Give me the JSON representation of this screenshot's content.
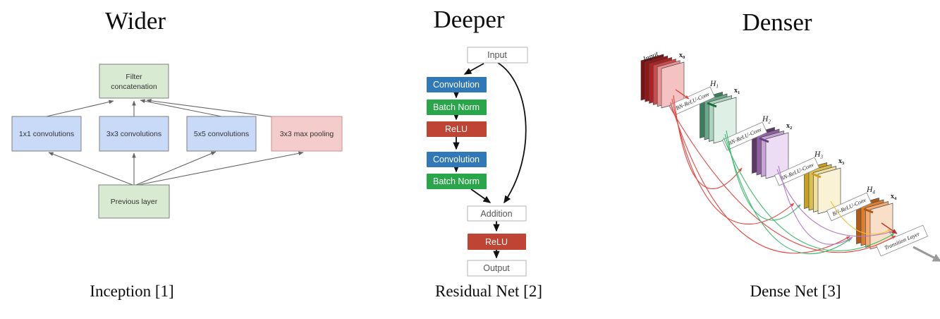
{
  "panels": {
    "inception": {
      "title": "Wider",
      "caption": "Inception [1]",
      "boxes": {
        "filter_line1": "Filter",
        "filter_line2": "concatenation",
        "conv1x1": "1x1 convolutions",
        "conv3x3": "3x3 convolutions",
        "conv5x5": "5x5 convolutions",
        "maxpool": "3x3 max pooling",
        "previous": "Previous layer"
      },
      "colors": {
        "green_fill": "#d9ead3",
        "blue_fill": "#c9daf8",
        "pink_fill": "#f4cccc",
        "pink_border": "#cc8e8e",
        "gray_border": "#7f7f7f",
        "arrow": "#666666"
      }
    },
    "residual": {
      "title": "Deeper",
      "caption": "Residual Net [2]",
      "boxes": {
        "input": "Input",
        "conv1": "Convolution",
        "bn1": "Batch Norm",
        "relu1": "ReLU",
        "conv2": "Convolution",
        "bn2": "Batch Norm",
        "addition": "Addition",
        "relu2": "ReLU",
        "output": "Output"
      },
      "colors": {
        "conv": "#3178b8",
        "batch_norm": "#2aa64a",
        "relu": "#bf4433",
        "io_fill": "#ffffff",
        "io_border": "#b5b5b5",
        "arrow": "#111111"
      }
    },
    "dense": {
      "title": "Denser",
      "caption": "Dense Net [3]",
      "labels": {
        "input": "Input",
        "bn_relu_conv": "BN-ReLU-Conv",
        "transition": "Transition Layer",
        "x": [
          {
            "base": "x",
            "sub": "0"
          },
          {
            "base": "x",
            "sub": "1"
          },
          {
            "base": "x",
            "sub": "2"
          },
          {
            "base": "x",
            "sub": "3"
          },
          {
            "base": "x",
            "sub": "4"
          }
        ],
        "h": [
          {
            "base": "H",
            "sub": "1"
          },
          {
            "base": "H",
            "sub": "2"
          },
          {
            "base": "H",
            "sub": "3"
          },
          {
            "base": "H",
            "sub": "4"
          }
        ]
      },
      "colors": {
        "red_sheets": [
          "#7a1212",
          "#921818",
          "#ad2222",
          "#cf4a4a",
          "#ea9494",
          "#f4c2c2"
        ],
        "green_sheets": [
          "#3b7f5e",
          "#6ba78a",
          "#abd4bf",
          "#def0e6"
        ],
        "purple_sheets": [
          "#5d3768",
          "#8e62a2",
          "#c6a5d6",
          "#ecdcf4"
        ],
        "yellow_sheets": [
          "#c7a01d",
          "#dabf50",
          "#eee0a0",
          "#f9f2d4"
        ],
        "orange_sheets": [
          "#b25a12",
          "#da7e33",
          "#f3ab71",
          "#fadfc8"
        ],
        "arc_red": "#e8453f",
        "arc_green": "#3dbb6e",
        "arc_purple": "#b07cc8",
        "arc_yellow": "#f0c030",
        "connector_green": "#1e6b3c",
        "connector_purple": "#6b3f80",
        "transition_arrow": "#999999"
      }
    }
  }
}
